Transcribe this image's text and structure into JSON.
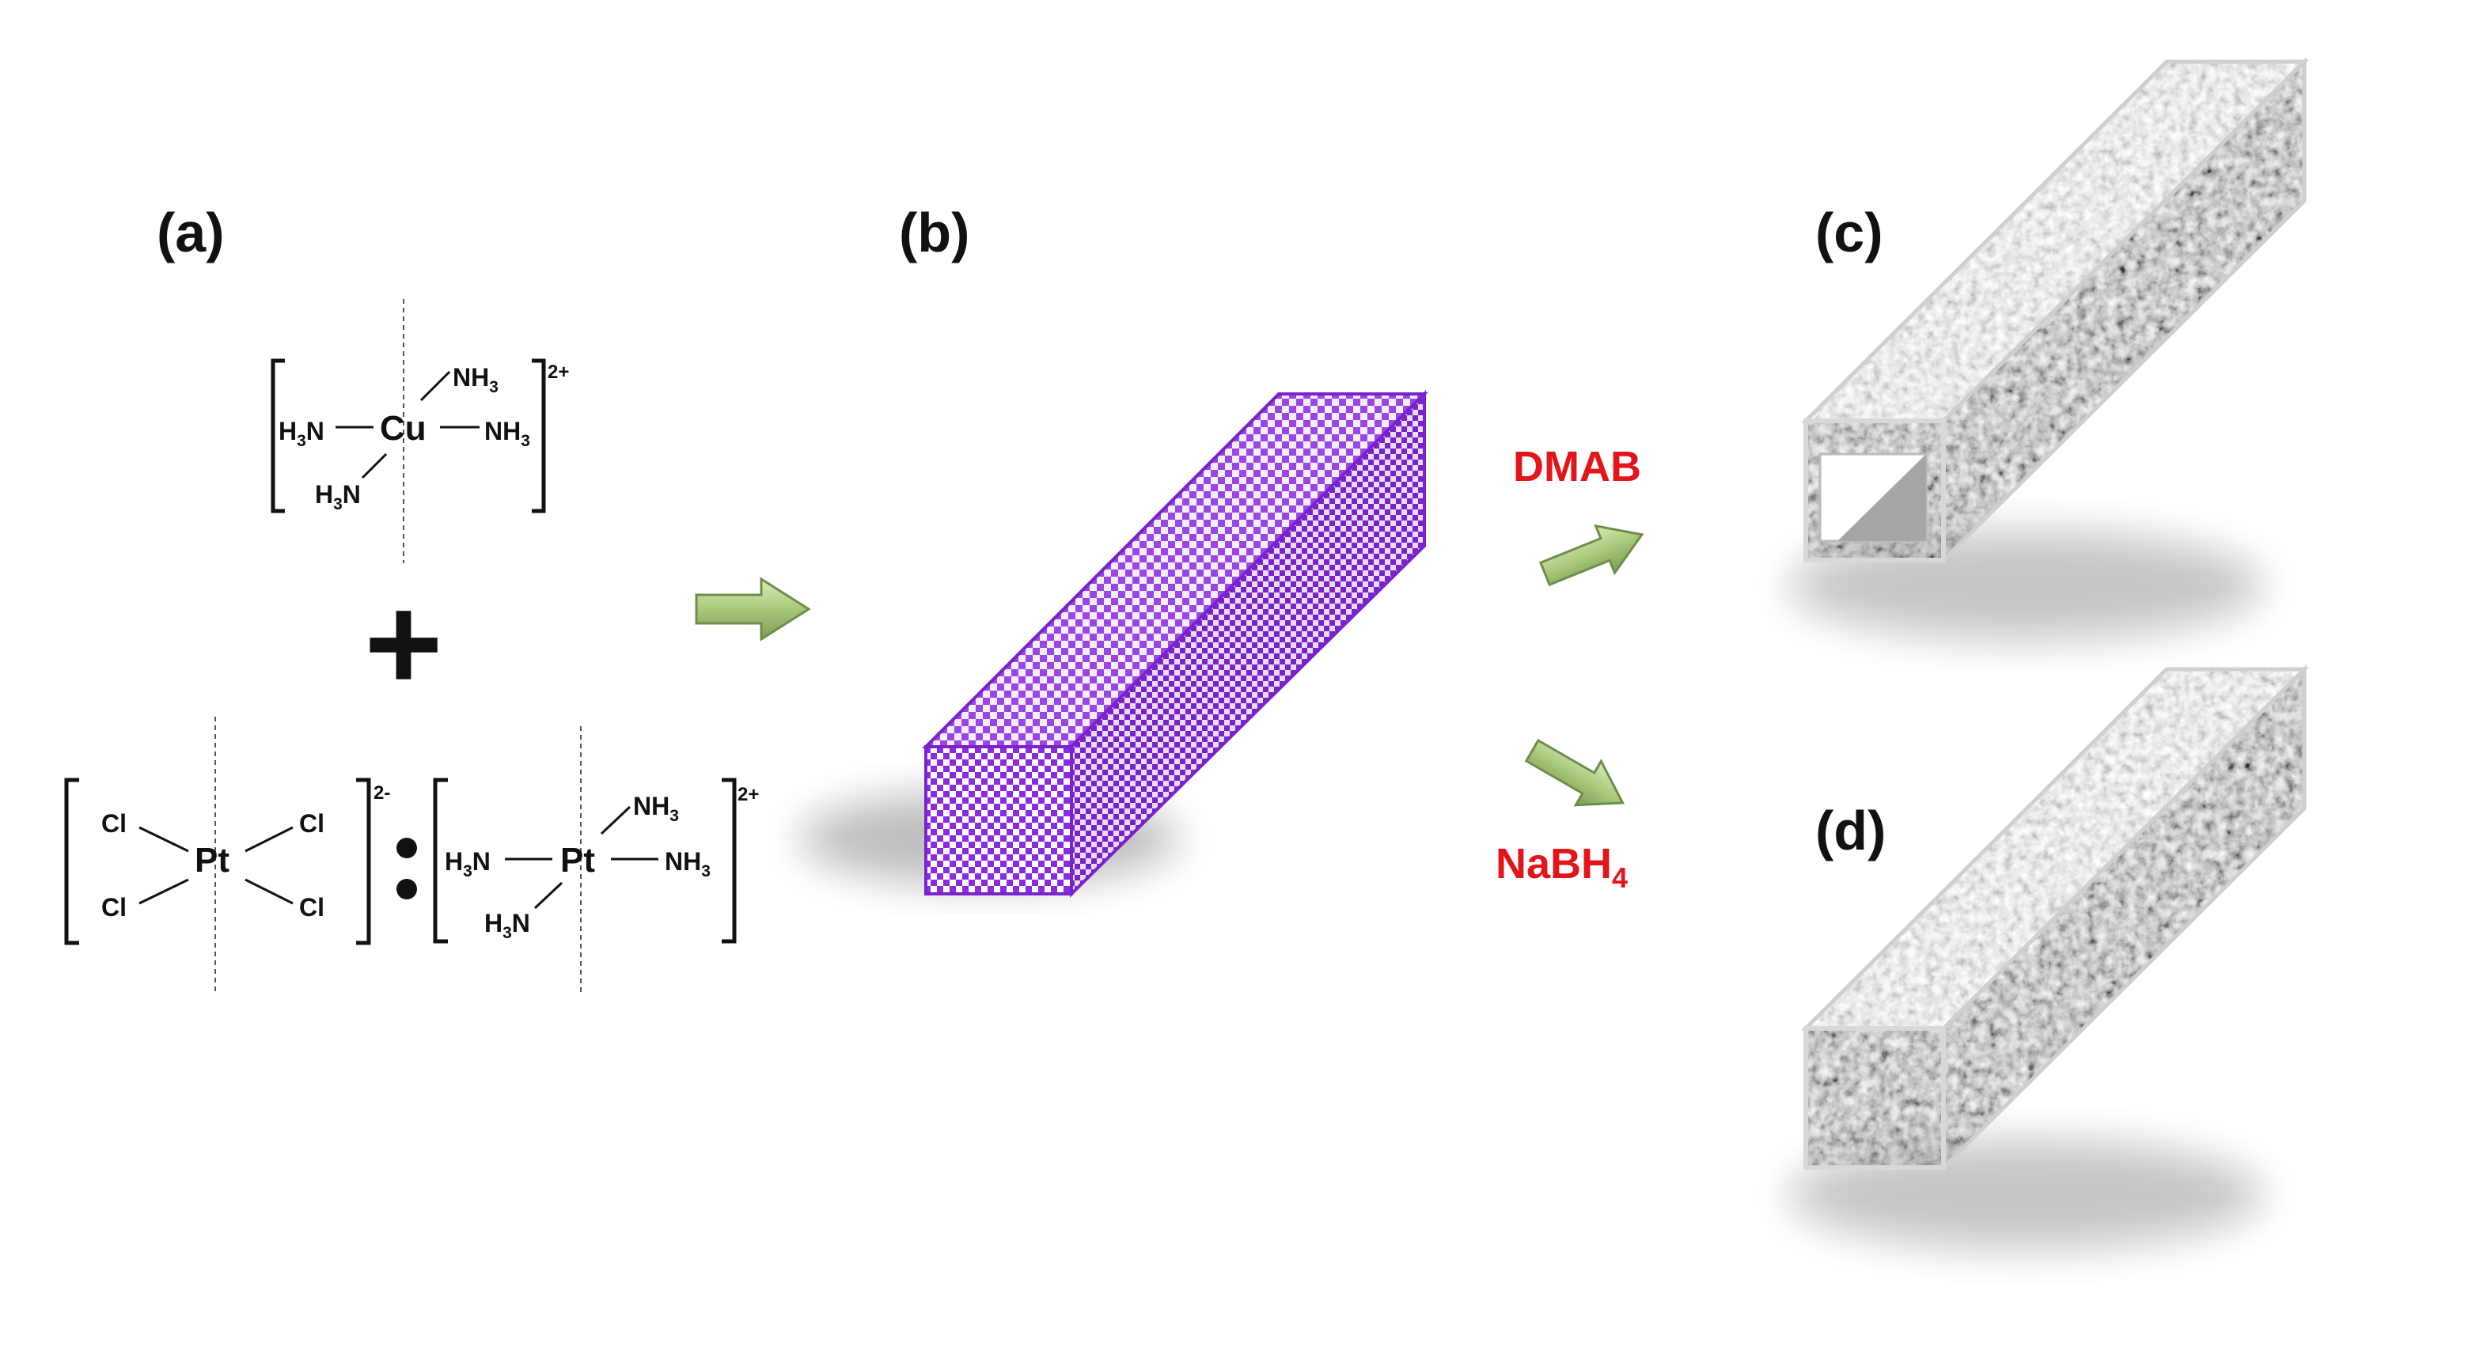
{
  "panels": {
    "a": "(a)",
    "b": "(b)",
    "c": "(c)",
    "d": "(d)"
  },
  "copper_complex": {
    "metal": "Cu",
    "ligand_top": "NH",
    "ligand_right": "NH",
    "ligand_left": "H",
    "ligand_left_suffix": "N",
    "ligand_bottom": "H",
    "ligand_bottom_suffix": "N",
    "subscript": "3",
    "charge": "2+"
  },
  "plus_sign": "+",
  "colon": ":",
  "pt_chloride_complex": {
    "metal": "Pt",
    "ligand": "Cl",
    "charge": "2-"
  },
  "pt_ammine_complex": {
    "metal": "Pt",
    "ligand_top": "NH",
    "ligand_right": "NH",
    "ligand_left": "H",
    "ligand_left_suffix": "N",
    "ligand_bottom": "H",
    "ligand_bottom_suffix": "N",
    "subscript": "3",
    "charge": "2+"
  },
  "reagents": {
    "upper": "DMAB",
    "lower_base": "NaBH",
    "lower_sub": "4"
  },
  "colors": {
    "reagent_text": "#e3151a",
    "template_rod": "#8a2be2",
    "arrow_fill": "#a8c97a",
    "nanotube_gray": "#808080"
  }
}
